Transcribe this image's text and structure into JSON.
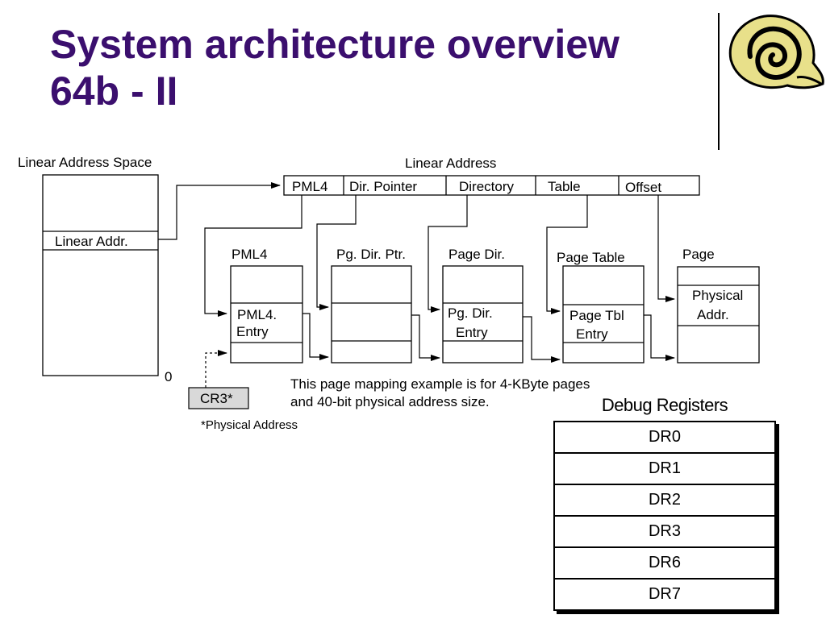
{
  "title": {
    "line1": "System architecture overview",
    "line2": "64b - II"
  },
  "colors": {
    "title": "#3b0f6e",
    "logo_fill": "#e8e08a",
    "cr3_fill": "#d9d9d9"
  },
  "logo_icon": "spiral-shell-icon",
  "diagram": {
    "linear_address_space": {
      "label": "Linear Address Space",
      "entry": "Linear Addr.",
      "zero": "0"
    },
    "linear_address": {
      "label": "Linear Address",
      "fields": [
        "PML4",
        "Dir. Pointer",
        "Directory",
        "Table",
        "Offset"
      ]
    },
    "tables": {
      "pml4": {
        "title": "PML4",
        "entry_line1": "PML4.",
        "entry_line2": "Entry"
      },
      "pdp": {
        "title": "Pg. Dir. Ptr."
      },
      "pd": {
        "title": "Page Dir.",
        "entry_line1": "Pg. Dir.",
        "entry_line2": "Entry"
      },
      "pt": {
        "title": "Page Table",
        "entry_line1": "Page Tbl",
        "entry_line2": "Entry"
      },
      "page": {
        "title": "Page",
        "entry_line1": "Physical",
        "entry_line2": "Addr."
      }
    },
    "cr3": {
      "label": "CR3*",
      "footnote": "*Physical Address"
    },
    "note": {
      "line1": "This page mapping example is for 4-KByte pages",
      "line2": "and 40-bit physical address size."
    }
  },
  "debug_registers": {
    "title": "Debug Registers",
    "rows": [
      "DR0",
      "DR1",
      "DR2",
      "DR3",
      "DR6",
      "DR7"
    ]
  }
}
